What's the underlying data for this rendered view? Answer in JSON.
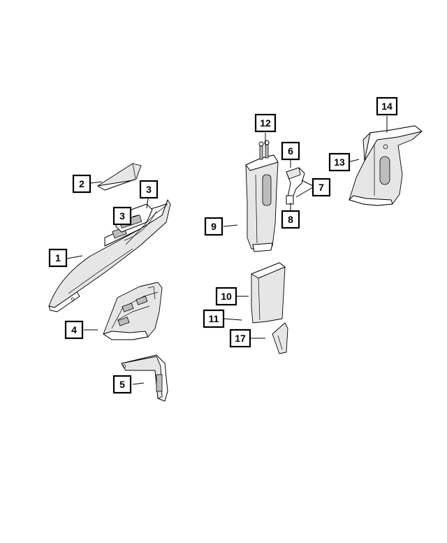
{
  "diagram": {
    "callouts": [
      {
        "id": "c1",
        "label": "1"
      },
      {
        "id": "c2",
        "label": "2"
      },
      {
        "id": "c3a",
        "label": "3"
      },
      {
        "id": "c3b",
        "label": "3"
      },
      {
        "id": "c4",
        "label": "4"
      },
      {
        "id": "c5",
        "label": "5"
      },
      {
        "id": "c6",
        "label": "6"
      },
      {
        "id": "c7",
        "label": "7"
      },
      {
        "id": "c8",
        "label": "8"
      },
      {
        "id": "c9",
        "label": "9"
      },
      {
        "id": "c10",
        "label": "10"
      },
      {
        "id": "c11",
        "label": "11"
      },
      {
        "id": "c12",
        "label": "12"
      },
      {
        "id": "c13",
        "label": "13"
      },
      {
        "id": "c14",
        "label": "14"
      },
      {
        "id": "c17",
        "label": "17"
      }
    ]
  }
}
